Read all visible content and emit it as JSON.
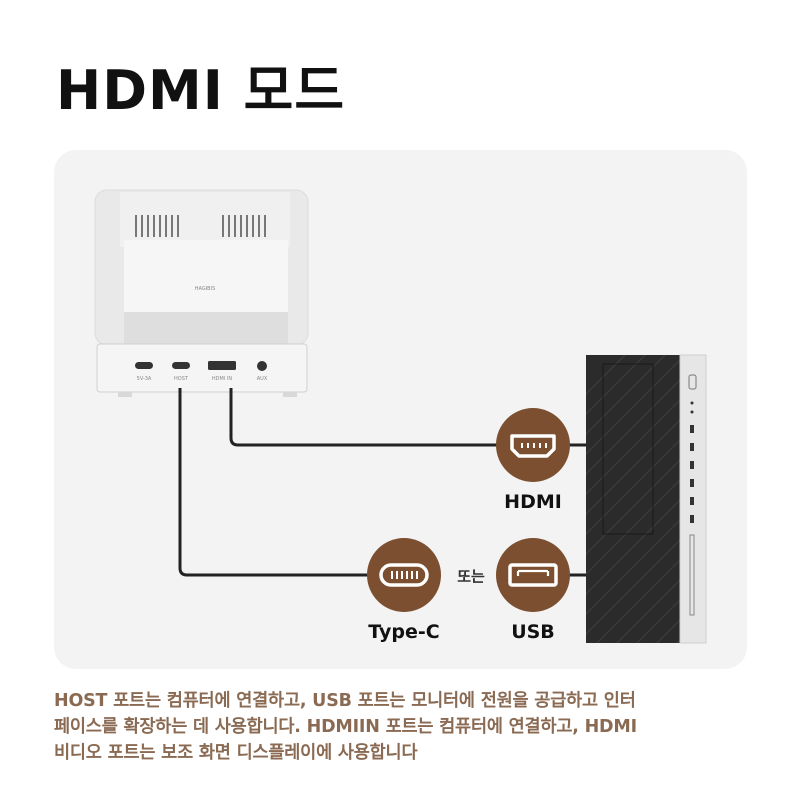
{
  "title": "HDMI 모드",
  "hub": {
    "brand": "HAGIBIS",
    "ports": [
      "5V-3A",
      "HOST",
      "HDMI IN",
      "AUX"
    ]
  },
  "connectors": {
    "hdmi_label": "HDMI",
    "typec_label": "Type-C",
    "usb_label": "USB",
    "or_label": "또는"
  },
  "colors": {
    "accent_brown": "#7b4f2f",
    "text_brown": "#8a6a52"
  },
  "description": {
    "line1": "HOST 포트는 컴퓨터에 연결하고, USB 포트는 모니터에 전원을 공급하고 인터",
    "line2": "페이스를 확장하는 데 사용합니다. HDMIIN 포트는 컴퓨터에 연결하고, HDMI",
    "line3": "비디오 포트는 보조 화면 디스플레이에 사용합니다"
  }
}
